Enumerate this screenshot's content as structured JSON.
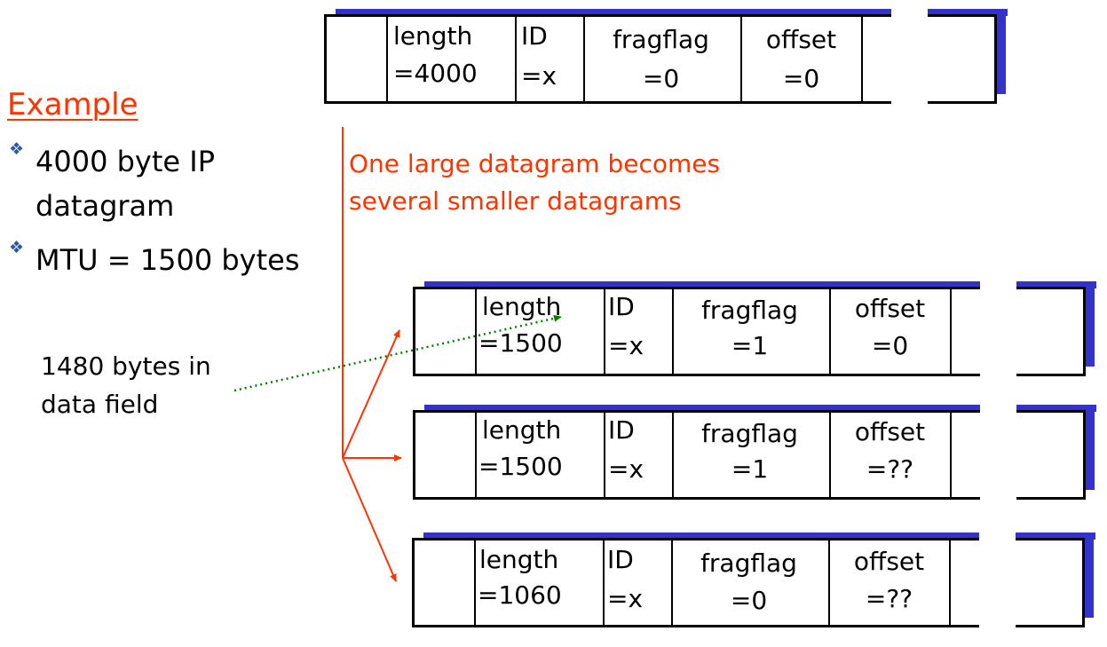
{
  "slide": {
    "heading": "Example",
    "bullets": [
      "4000 byte IP",
      "datagram",
      "MTU = 1500 bytes"
    ],
    "annotation_line1": "One large datagram becomes",
    "annotation_line2": "several smaller datagrams",
    "caption_line1": "1480 bytes in",
    "caption_line2": "data field"
  },
  "original": {
    "length_label": "length",
    "length_value": "=4000",
    "id_label": "ID",
    "id_value": "=x",
    "fragflag_label": "fragflag",
    "fragflag_value": "=0",
    "offset_label": "offset",
    "offset_value": "=0"
  },
  "fragments": [
    {
      "length_label": "length",
      "length_value": "=1500",
      "id_label": "ID",
      "id_value": "=x",
      "fragflag_label": "fragflag",
      "fragflag_value": "=1",
      "offset_label": "offset",
      "offset_value": "=0"
    },
    {
      "length_label": "length",
      "length_value": "=1500",
      "id_label": "ID",
      "id_value": "=x",
      "fragflag_label": "fragflag",
      "fragflag_value": "=1",
      "offset_label": "offset",
      "offset_value": "=??"
    },
    {
      "length_label": "length",
      "length_value": "=1060",
      "id_label": "ID",
      "id_value": "=x",
      "fragflag_label": "fragflag",
      "fragflag_value": "=0",
      "offset_label": "offset",
      "offset_value": "=??"
    }
  ],
  "colors": {
    "accent_red": "#ff3300",
    "shadow_blue": "#3333cc",
    "dotted_green": "#008000",
    "bullet_blue": "#2c5aa0"
  }
}
